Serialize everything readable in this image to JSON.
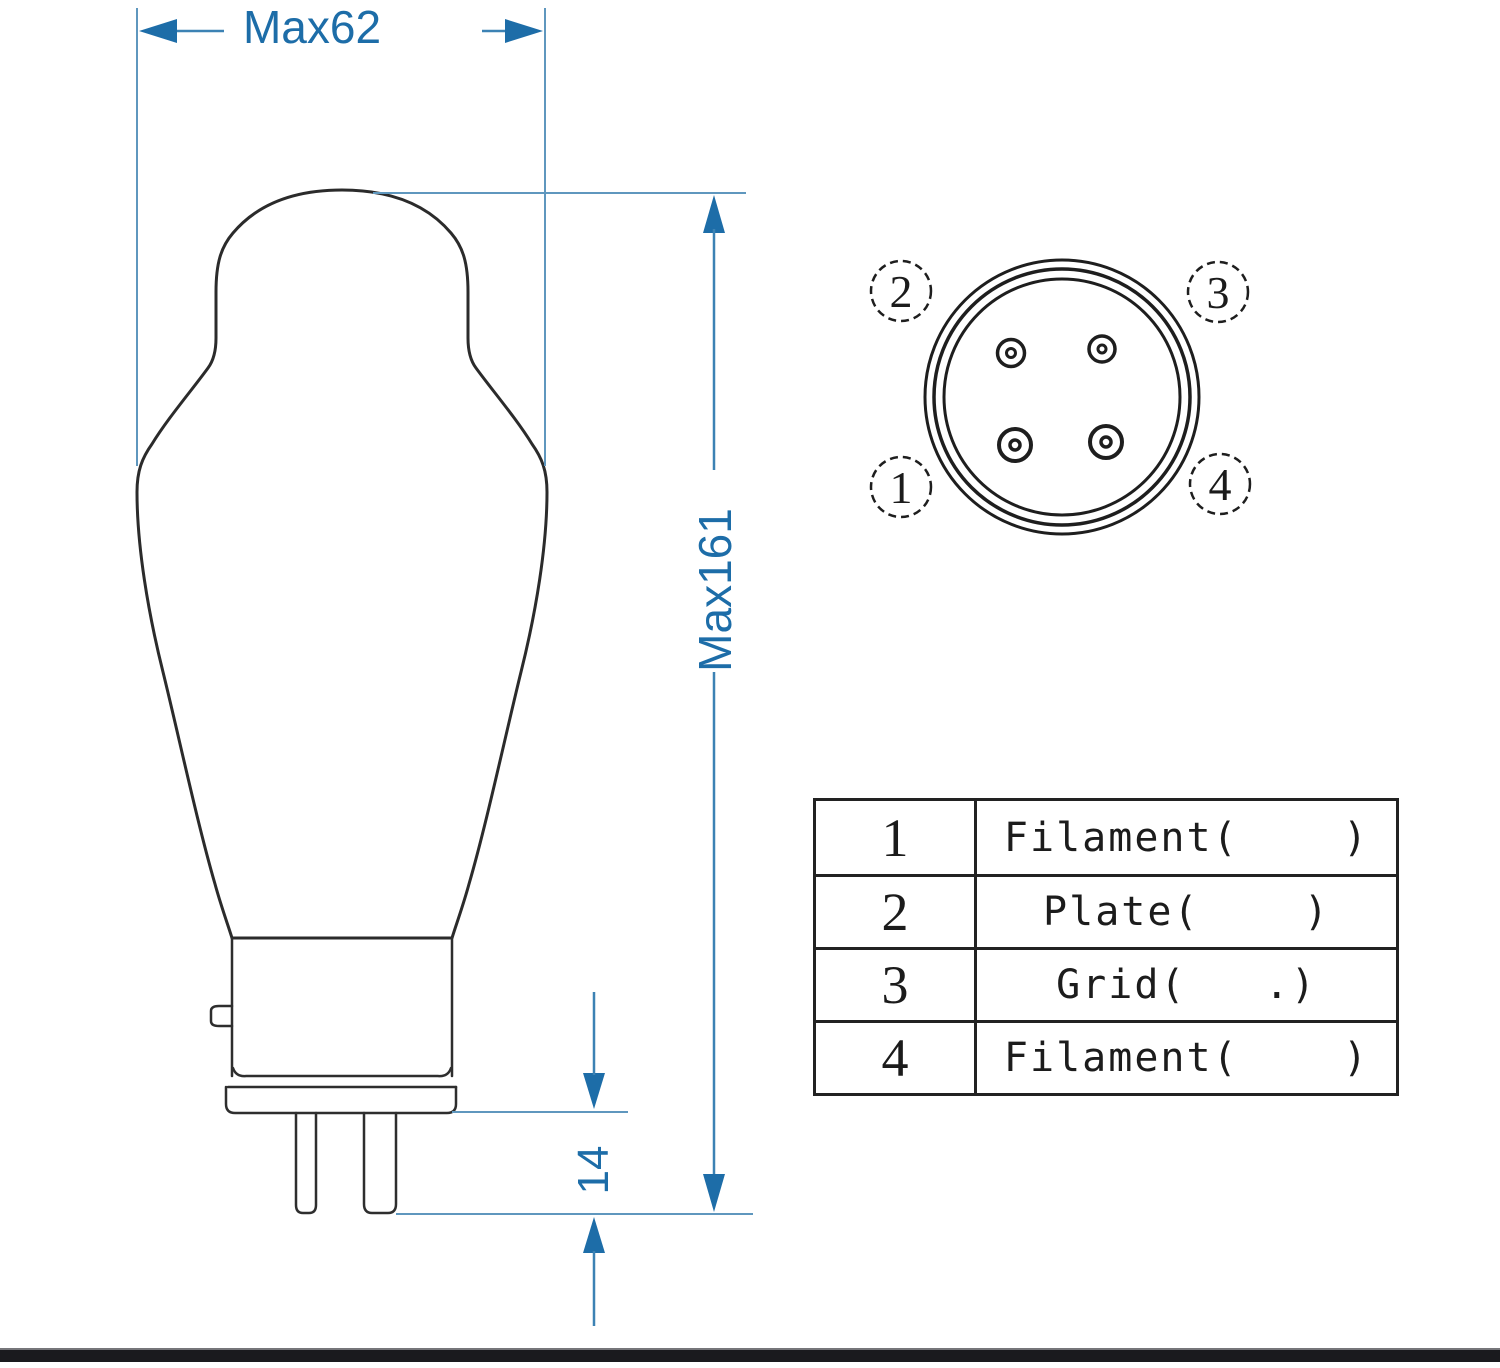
{
  "tube_drawing": {
    "dim_width_label": "Max62",
    "dim_height_label": "Max161",
    "dim_pin_length_label": "14"
  },
  "pin_diagram": {
    "label_top_left": "2",
    "label_top_right": "3",
    "label_bottom_left": "1",
    "label_bottom_right": "4"
  },
  "pin_table": {
    "rows": [
      {
        "pin": "1",
        "function": "Filament(    )"
      },
      {
        "pin": "2",
        "function": "Plate(    )"
      },
      {
        "pin": "3",
        "function": "Grid(   .)"
      },
      {
        "pin": "4",
        "function": "Filament(    )"
      }
    ]
  }
}
